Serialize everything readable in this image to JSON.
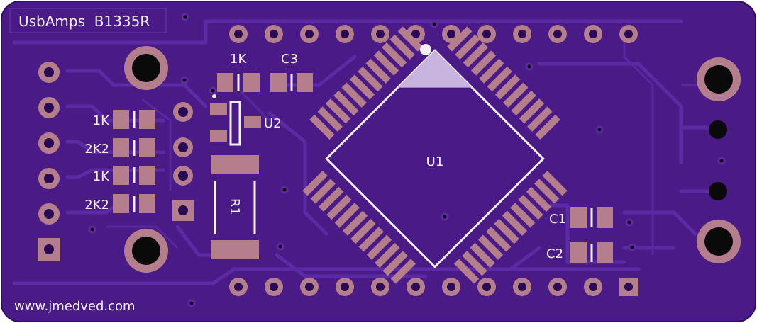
{
  "board": {
    "title": "UsbAmps  B1335R",
    "website": "www.jmedved.com",
    "colors": {
      "board": "#4a1a86",
      "board_edge": "#3a1270",
      "copper": "#b47e8c",
      "silkscreen": "#f4eef8",
      "trace": "#5a27a0",
      "drill": "#0a0a0a"
    }
  },
  "labels": {
    "u1": "U1",
    "u2": "U2",
    "r1": "R1",
    "c1": "C1",
    "c2": "C2",
    "c3": "C3",
    "top_resistor": "1K",
    "left_resistors": [
      "1K",
      "2K2",
      "1K",
      "2K2"
    ]
  }
}
